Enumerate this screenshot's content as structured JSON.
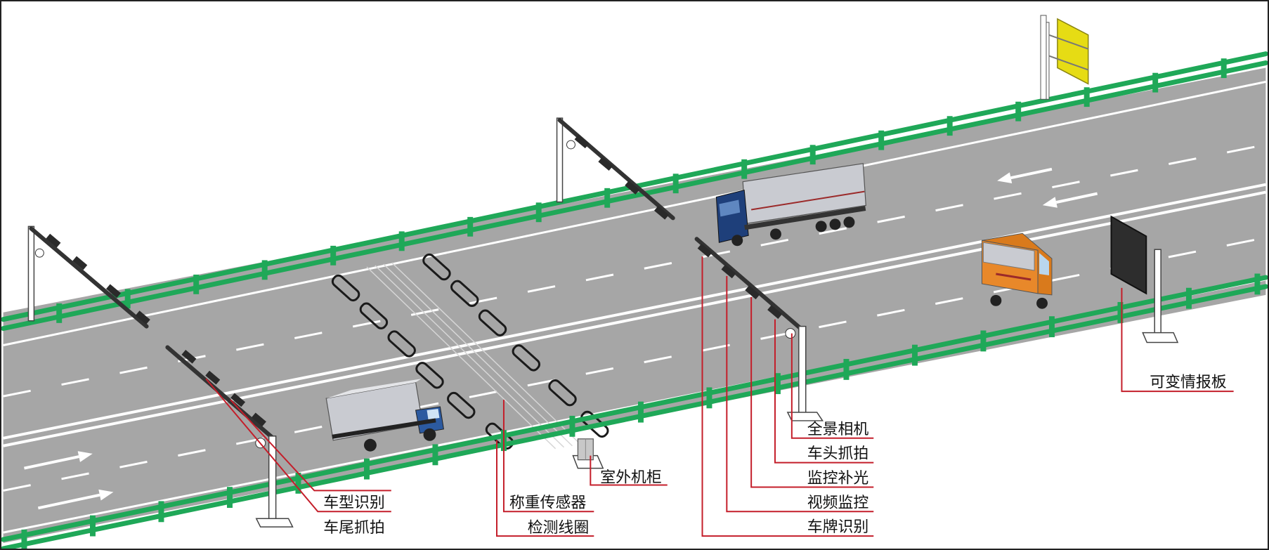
{
  "colors": {
    "road": "#a6a6a6",
    "lane_marking": "#ffffff",
    "guardrail": "#1fa858",
    "leader_line": "#c41e2a",
    "pole": "#ffffff",
    "camera": "#2a2a2a",
    "sign_yellow": "#e6dc14",
    "vms_board": "#2d2d2d",
    "loop": "#1a1a1a"
  },
  "labels": {
    "vehicle_type": "车型识别",
    "rear_capture": "车尾抓拍",
    "weighing_sensor": "称重传感器",
    "loop_detector": "检测线圈",
    "outdoor_cabinet": "室外机柜",
    "panorama_camera": "全景相机",
    "front_capture": "车头抓拍",
    "monitor_light": "监控补光",
    "video_monitor": "视频监控",
    "plate_recognition": "车牌识别",
    "variable_message_board": "可变情报板"
  }
}
